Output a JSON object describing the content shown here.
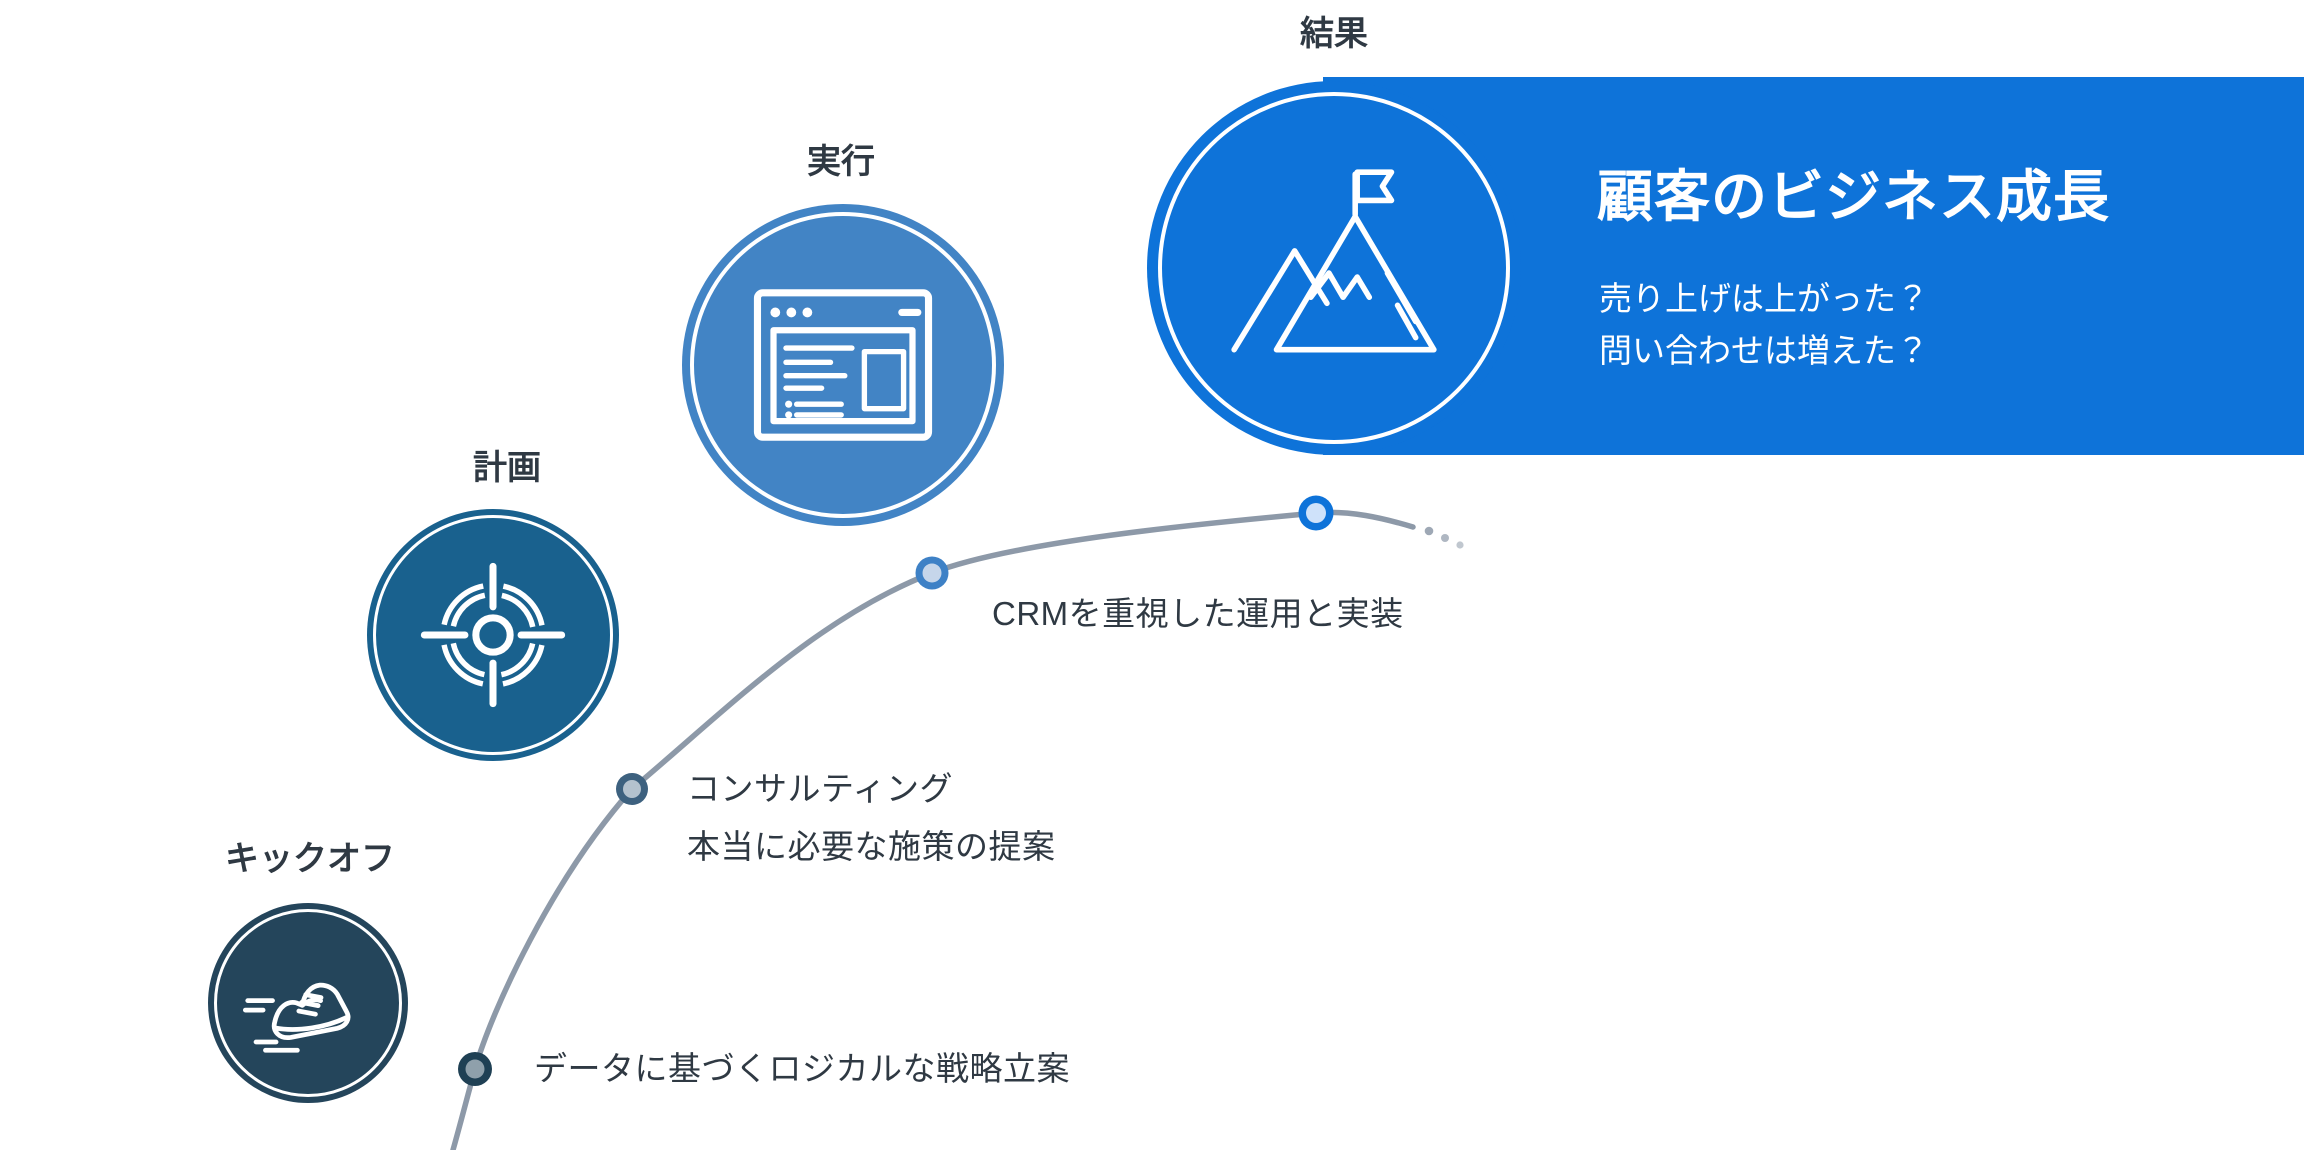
{
  "palette": {
    "banner_blue": "#0e73d9",
    "execution_blue": "#4284c5",
    "plan_blue": "#19618e",
    "kickoff_navy": "#24455b",
    "curve_gray": "#8d99a8",
    "label_dark": "#2f3943",
    "dot1_ring": "#1f4054",
    "dot1_fill": "#8fa0ab",
    "dot2_ring": "#3d617f",
    "dot2_fill": "#b4c2ce",
    "dot3_ring": "#3e81c6",
    "dot3_fill": "#c6d6ea",
    "dot4_ring": "#0e73d9",
    "dot4_fill": "#cfe2fa"
  },
  "stages": [
    {
      "label": "キックオフ",
      "icon": "running-shoe-icon"
    },
    {
      "label": "計画",
      "icon": "target-icon"
    },
    {
      "label": "実行",
      "icon": "browser-window-icon"
    },
    {
      "label": "結果",
      "icon": "mountain-flag-icon"
    }
  ],
  "milestones": [
    {
      "lines": [
        "データに基づくロジカルな戦略立案"
      ]
    },
    {
      "lines": [
        "コンサルティング",
        "本当に必要な施策の提案"
      ]
    },
    {
      "lines": [
        "CRMを重視した運用と実装"
      ]
    }
  ],
  "banner": {
    "title": "顧客のビジネス成長",
    "line1": "売り上げは上がった？",
    "line2": "問い合わせは増えた？"
  }
}
